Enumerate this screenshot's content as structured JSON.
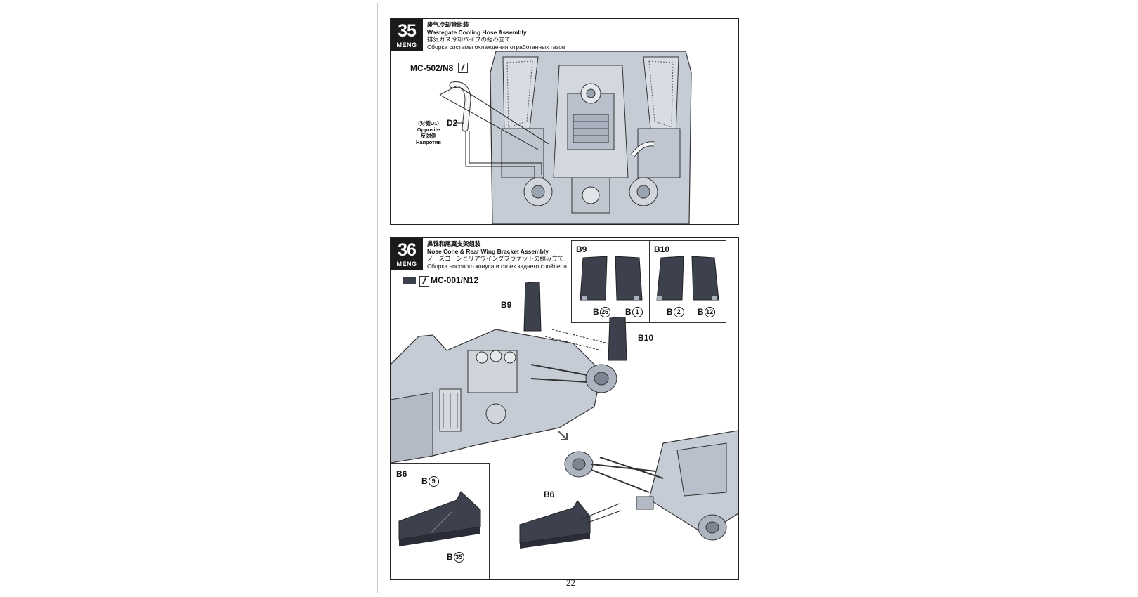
{
  "page_number": "22",
  "steps": [
    {
      "number": "35",
      "brand": "MENG",
      "title_zh": "废气冷却管组装",
      "title_en": "Wastegate Cooling Hose Assembly",
      "title_ja": "排気ガス冷却パイプの組み立て",
      "title_ru": "Сборка системы охлаждения отработанных газов",
      "paint_code": "MC-502/N8",
      "part": "D2",
      "opposite_zh": "(对侧D1)",
      "opposite_en": "Opposite",
      "opposite_ja": "反対側",
      "opposite_ru": "Напротив"
    },
    {
      "number": "36",
      "brand": "MENG",
      "title_zh": "鼻锥和尾翼支架组装",
      "title_en": "Nose Cone & Rear Wing Bracket Assembly",
      "title_ja": "ノーズコーンとリアウイングブラケットの組み立て",
      "title_ru": "Сборка носового конуса и стоек заднего спойлера",
      "paint_code": "MC-001/N12",
      "paint_color": "#3b3f4c",
      "labels": {
        "b9": "B9",
        "b10": "B10",
        "b6": "B6"
      },
      "inset_b9": {
        "title": "B9",
        "parts": [
          "B",
          "B"
        ],
        "nums": [
          "26",
          "1"
        ]
      },
      "inset_b10": {
        "title": "B10",
        "parts": [
          "B",
          "B"
        ],
        "nums": [
          "2",
          "12"
        ]
      },
      "inset_b6": {
        "title": "B6",
        "parts": [
          "B",
          "B"
        ],
        "nums": [
          "9",
          "35"
        ]
      }
    }
  ]
}
